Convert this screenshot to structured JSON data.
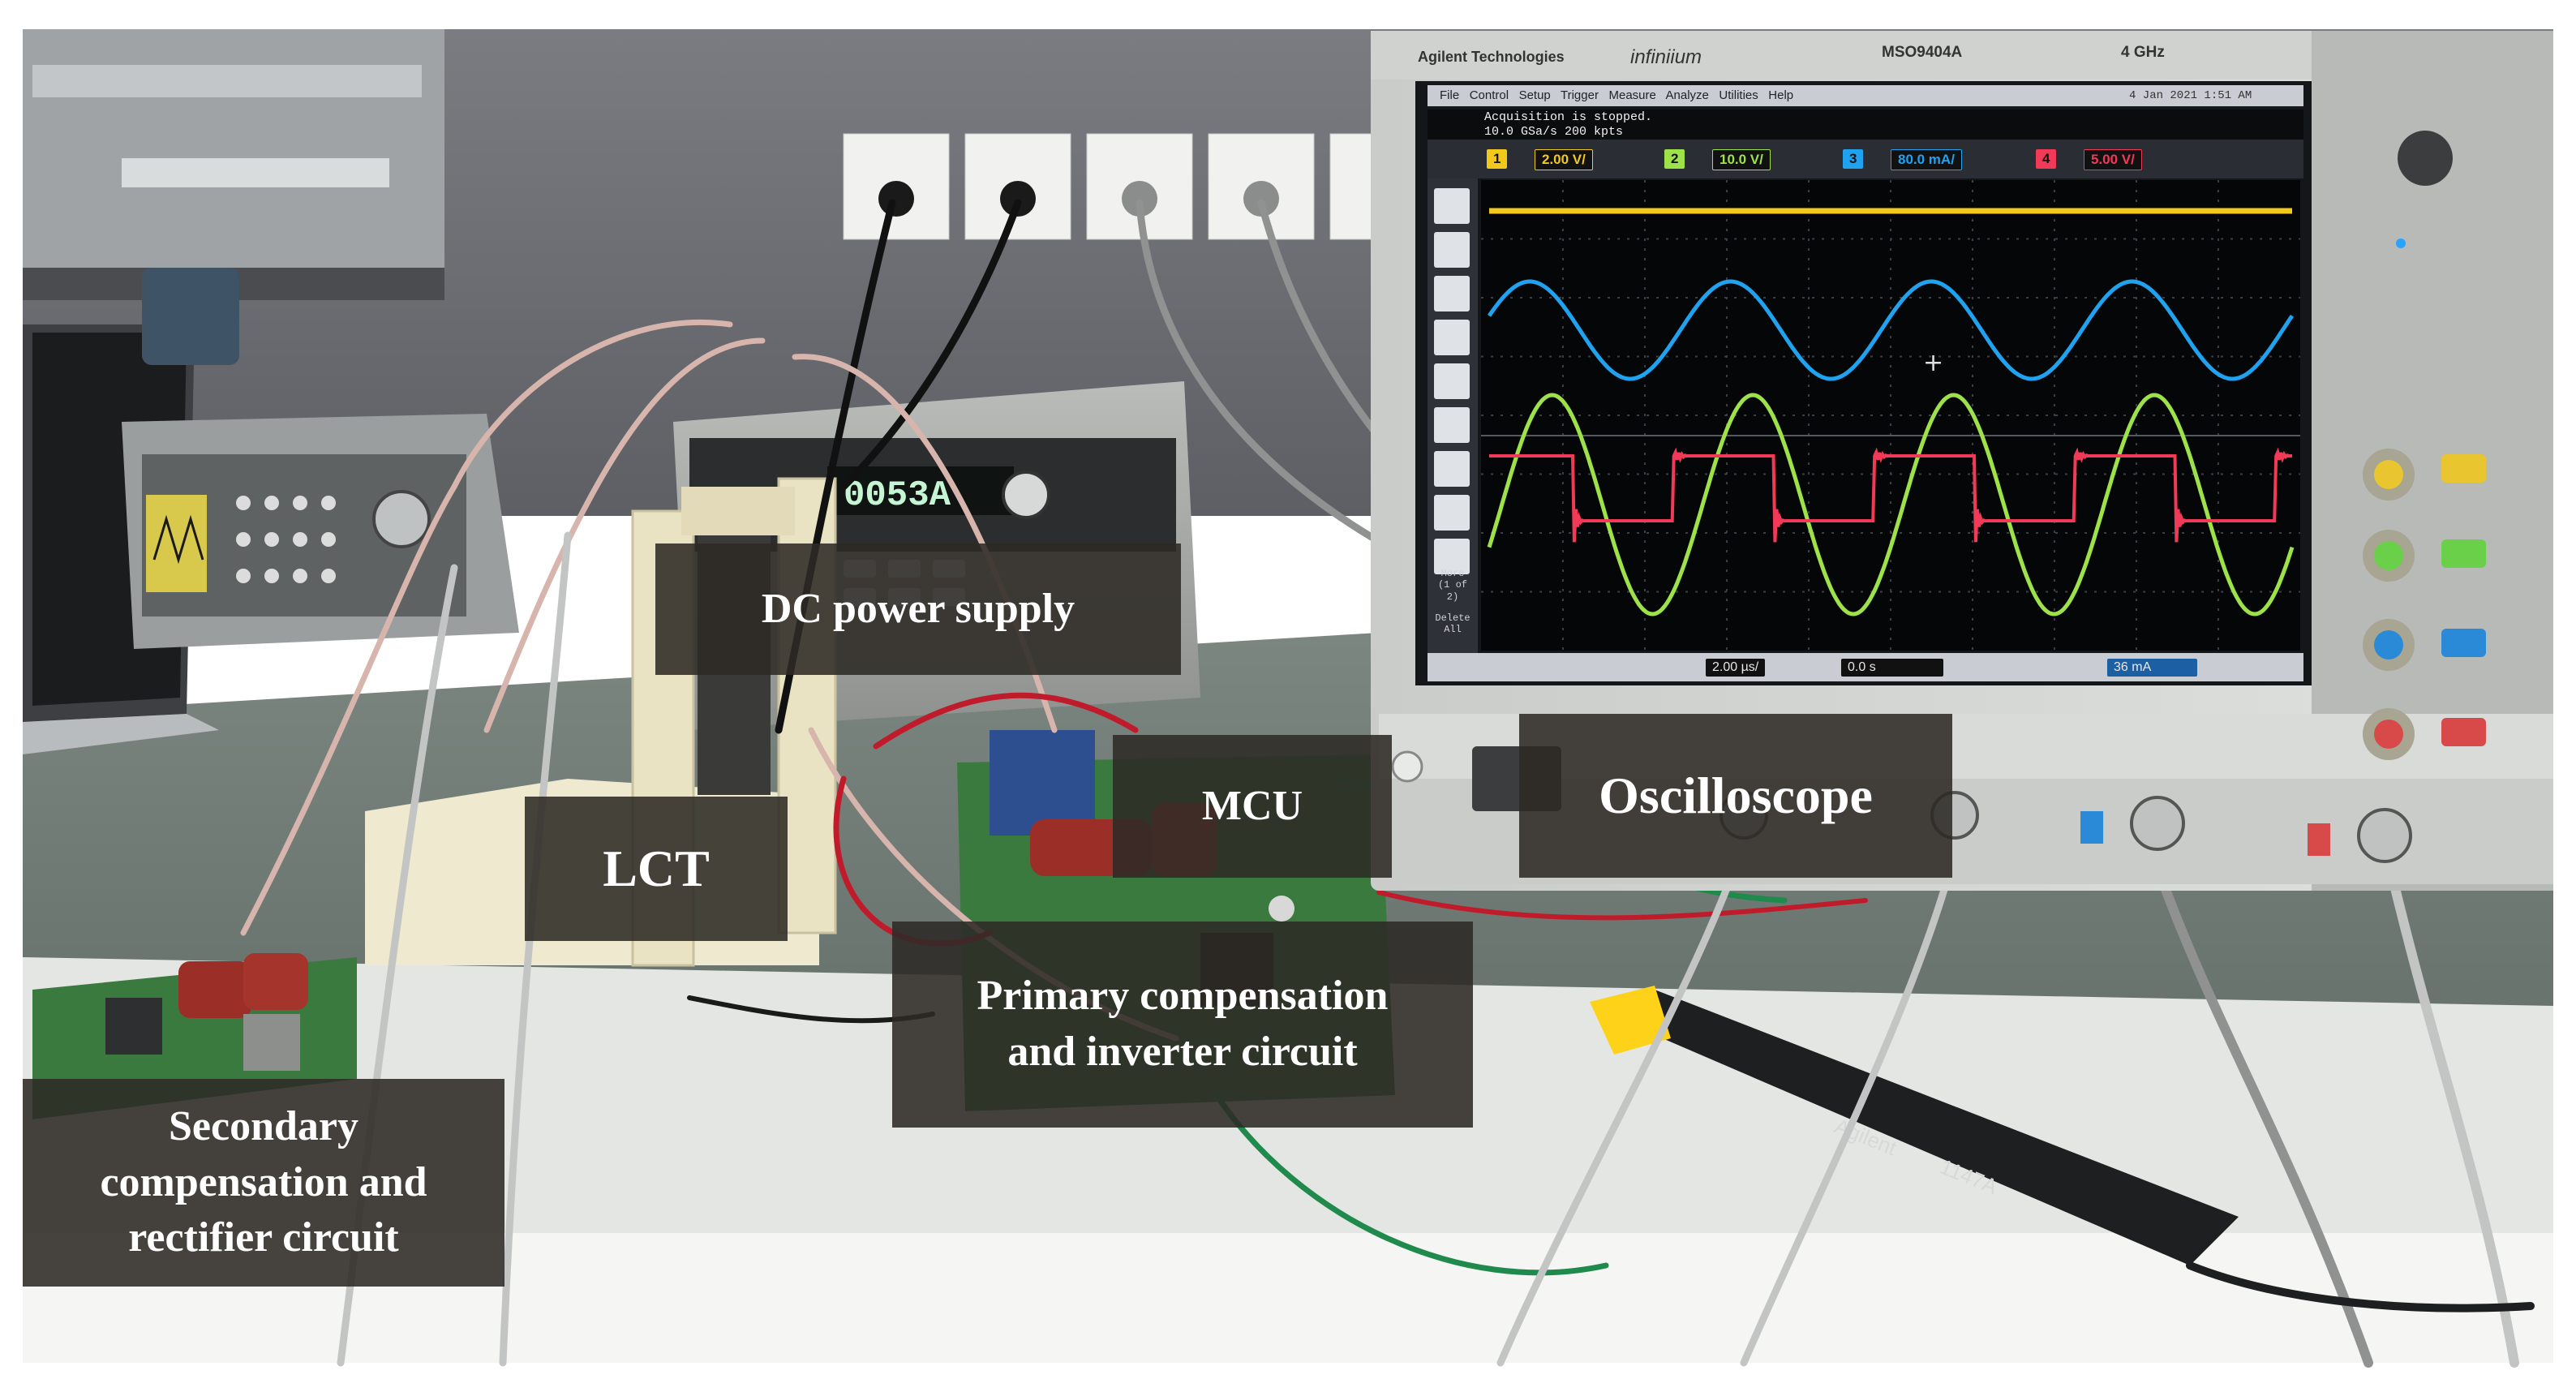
{
  "photo": {
    "subject": "Laboratory test setup photograph",
    "colors": {
      "background_wall": "#6d6f74",
      "bench_top": "#6f7a74",
      "bench_edge": "#e4e6e4",
      "label_bg": "#2d2a26",
      "label_text": "#ffffff",
      "trace_ch1": "#f2c91a",
      "trace_ch2": "#1fa3f0",
      "trace_ch3": "#9ee24a",
      "trace_ch4": "#f03a58"
    }
  },
  "labels": {
    "dc_power_supply": "DC power supply",
    "lct": "LCT",
    "mcu": "MCU",
    "oscilloscope": "Oscilloscope",
    "primary_line1": "Primary compensation",
    "primary_line2": "and inverter circuit",
    "secondary_line1": "Secondary",
    "secondary_line2": "compensation and",
    "secondary_line3": "rectifier circuit"
  },
  "oscilloscope": {
    "brand": "Agilent Technologies",
    "series": "infiniium",
    "model": "MSO9404A",
    "bandwidth": "4 GHz",
    "menu": [
      "File",
      "Control",
      "Setup",
      "Trigger",
      "Measure",
      "Analyze",
      "Utilities",
      "Help"
    ],
    "date_time": "4 Jan 2021  1:51 AM",
    "status_line1": "Acquisition is stopped.",
    "status_line2": "10.0 GSa/s   200 kpts",
    "channels": [
      {
        "num": "1",
        "scale": "2.00 V/",
        "color": "#f2c91a"
      },
      {
        "num": "2",
        "scale": "10.0 V/",
        "color": "#9ee24a"
      },
      {
        "num": "3",
        "scale": "80.0 mA/",
        "color": "#1fa3f0"
      },
      {
        "num": "4",
        "scale": "5.00 V/",
        "color": "#f03a58"
      }
    ],
    "timebase": "2.00 µs/",
    "delay": "0.0 s",
    "trigger_level": "36 mA",
    "side_more": "More",
    "side_more_sub": "(1 of 2)",
    "side_delete": "Delete",
    "side_delete_sub": "All",
    "waveforms": {
      "ch1_level": 0.0,
      "ch3_amplitude": 1.0,
      "ch3_cycles": 4,
      "ch2_amplitude": 1.0,
      "ch4_amplitude": 0.5
    }
  },
  "probe": {
    "brand": "Agilent",
    "model": "1147A"
  },
  "power_supply_display": "0053A"
}
